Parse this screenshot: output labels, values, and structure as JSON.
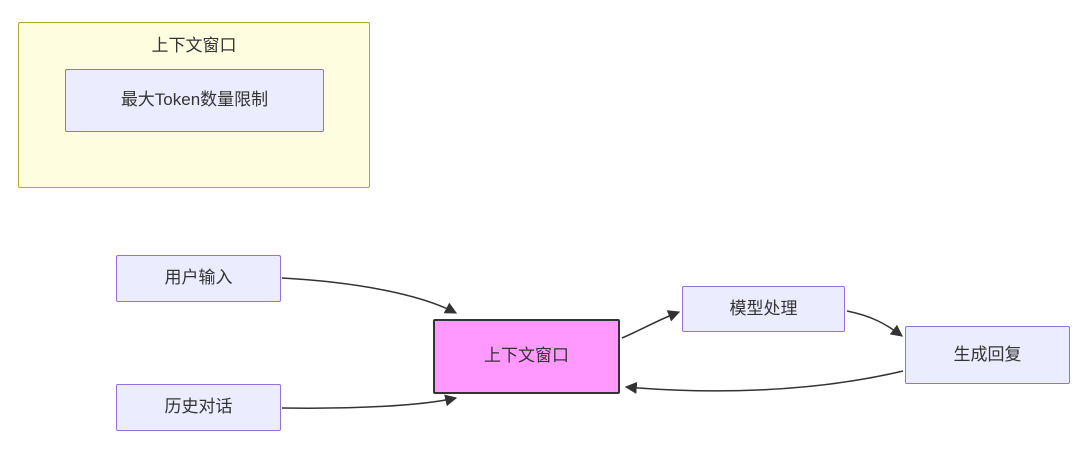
{
  "diagram": {
    "subgraph_context": {
      "title": "上下文窗口",
      "inner_node_label": "最大Token数量限制"
    },
    "nodes": {
      "user_input": {
        "label": "用户输入"
      },
      "history_dialogue": {
        "label": "历史对话"
      },
      "context_window": {
        "label": "上下文窗口"
      },
      "model_processing": {
        "label": "模型处理"
      },
      "generate_reply": {
        "label": "生成回复"
      }
    },
    "edges": [
      {
        "from": "用户输入",
        "to": "上下文窗口"
      },
      {
        "from": "历史对话",
        "to": "上下文窗口"
      },
      {
        "from": "上下文窗口",
        "to": "模型处理"
      },
      {
        "from": "模型处理",
        "to": "生成回复"
      },
      {
        "from": "生成回复",
        "to": "上下文窗口"
      }
    ],
    "colors": {
      "node_fill": "#ECECFF",
      "node_border": "#9370DB",
      "cluster_fill": "#FFFDE0",
      "cluster_border": "#AAAA33",
      "highlight_fill": "#FF99FF",
      "highlight_border": "#333333",
      "edge": "#333333",
      "text": "#333333"
    }
  }
}
